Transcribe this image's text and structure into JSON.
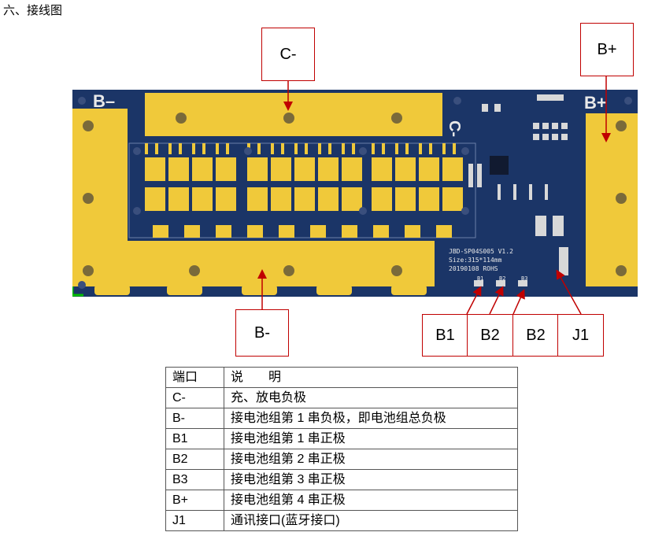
{
  "heading": "六、接线图",
  "board": {
    "silk_bminus": "B–",
    "silk_bplus": "B+",
    "silk_cminus": "C-",
    "silk_model": "JBD-SP04S005  V1.2",
    "silk_size": "Size:315*114mm",
    "silk_date": "20190108  ROHS",
    "silk_b1": "B1",
    "silk_b2": "B2",
    "silk_b3": "B3"
  },
  "callouts": {
    "c_minus": "C-",
    "b_plus": "B+",
    "b_minus": "B-",
    "b1": "B1",
    "b2_first": "B2",
    "b2_second": "B2",
    "j1": "J1"
  },
  "colors": {
    "pcb": "#1b3567",
    "copper": "#f0c93a",
    "callout_red": "#c00000"
  },
  "table": {
    "header": [
      "端口",
      "说　　明"
    ],
    "rows": [
      [
        "C-",
        "充、放电负极"
      ],
      [
        "B-",
        "接电池组第 1 串负极，即电池组总负极"
      ],
      [
        "B1",
        "接电池组第 1 串正极"
      ],
      [
        "B2",
        "接电池组第 2 串正极"
      ],
      [
        "B3",
        "接电池组第 3 串正极"
      ],
      [
        "B+",
        "接电池组第 4 串正极"
      ],
      [
        "J1",
        "通讯接口(蓝牙接口)"
      ]
    ]
  }
}
